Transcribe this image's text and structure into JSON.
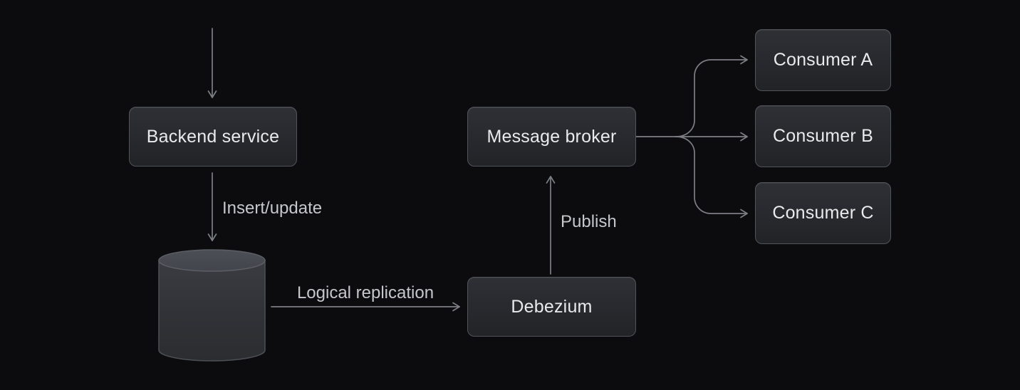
{
  "diagram": {
    "nodes": {
      "backend": {
        "label": "Backend service"
      },
      "message_broker": {
        "label": "Message broker"
      },
      "debezium": {
        "label": "Debezium"
      },
      "consumer_a": {
        "label": "Consumer A"
      },
      "consumer_b": {
        "label": "Consumer B"
      },
      "consumer_c": {
        "label": "Consumer C"
      }
    },
    "edge_labels": {
      "insert_update": "Insert/update",
      "logical_replication": "Logical replication",
      "publish": "Publish"
    },
    "icons": {
      "database": "database-cylinder-icon"
    },
    "colors": {
      "background": "#0c0c0e",
      "box_background_top": "#2e3035",
      "box_background_bottom": "#222327",
      "box_border": "#51545a",
      "box_text": "#e9eaec",
      "edge_label_text": "#c5c7ca",
      "line": "#7c7f84"
    }
  }
}
